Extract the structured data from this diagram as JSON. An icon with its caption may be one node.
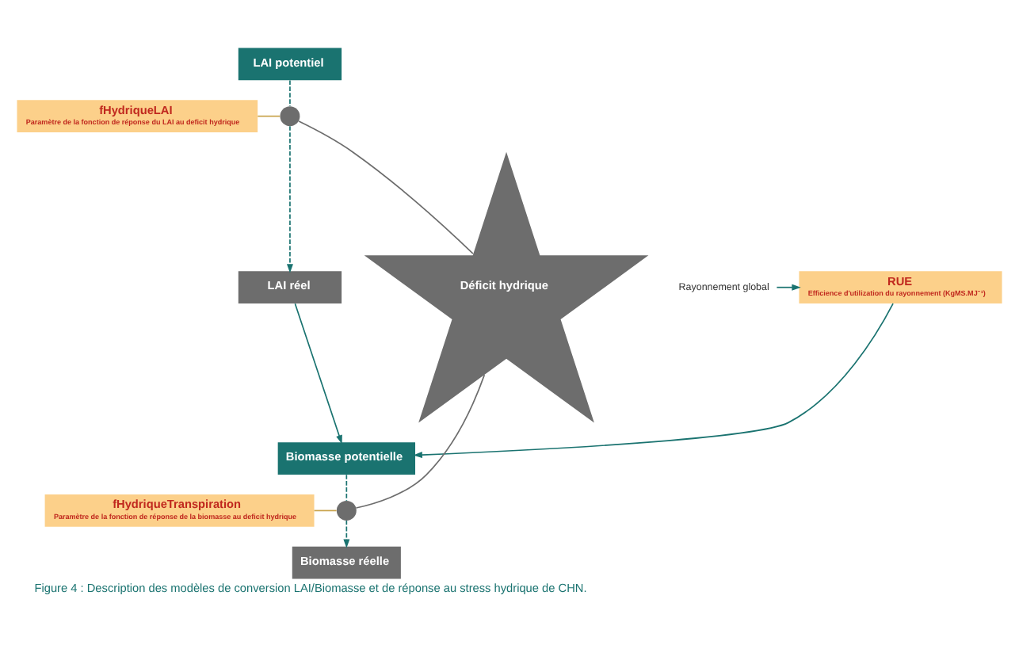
{
  "diagram": {
    "caption": "Figure 4 : Description des modèles de conversion LAI/Biomasse et de réponse au stress hydrique de CHN.",
    "nodes": [
      {
        "text": [
          "LAI potentiel"
        ]
      },
      {
        "text": [
          "fHydriqueLAI",
          "Paramètre de la fonction de réponse du LAI au deficit hydrique"
        ]
      },
      {
        "text": [],
        "shape": "circle"
      },
      {
        "text": [
          "LAI réel"
        ]
      },
      {
        "text": [
          "Rayonnement global"
        ]
      },
      {
        "text": [
          "RUE",
          "Efficience d'utilization du rayonnement (KgMS.MJ⁻¹)"
        ]
      },
      {
        "text": [
          "Biomasse potentielle"
        ]
      },
      {
        "text": [
          "fHydriqueTranspiration",
          "Paramètre de la fonction de réponse de la biomasse au deficit hydrique"
        ]
      },
      {
        "text": [],
        "shape": "circle"
      },
      {
        "text": [
          "Biomasse réelle"
        ]
      },
      {
        "text": [
          "Déficit hydrique"
        ]
      }
    ],
    "edges": [
      {
        "from": 0,
        "to": 2,
        "arrow": "none",
        "style": "dashed"
      },
      {
        "from": 1,
        "to": 2,
        "arrow": "none",
        "color": "#c8a24a"
      },
      {
        "from": 2,
        "to": 3,
        "arrow": "to",
        "style": "dashed"
      },
      {
        "from": 3,
        "to": 6,
        "arrow": "to"
      },
      {
        "from": 4,
        "to": 5,
        "arrow": "to"
      },
      {
        "from": 5,
        "to": 6,
        "arrow": "to"
      },
      {
        "from": 6,
        "to": 8,
        "arrow": "none",
        "style": "dashed"
      },
      {
        "from": 7,
        "to": 8,
        "arrow": "none",
        "color": "#c8a24a"
      },
      {
        "from": 8,
        "to": 9,
        "arrow": "to",
        "style": "dashed"
      },
      {
        "from": 10,
        "to": 2,
        "arrow": "none",
        "color": "#6d6d6d"
      },
      {
        "from": 10,
        "to": 8,
        "arrow": "none",
        "color": "#6d6d6d"
      }
    ]
  }
}
